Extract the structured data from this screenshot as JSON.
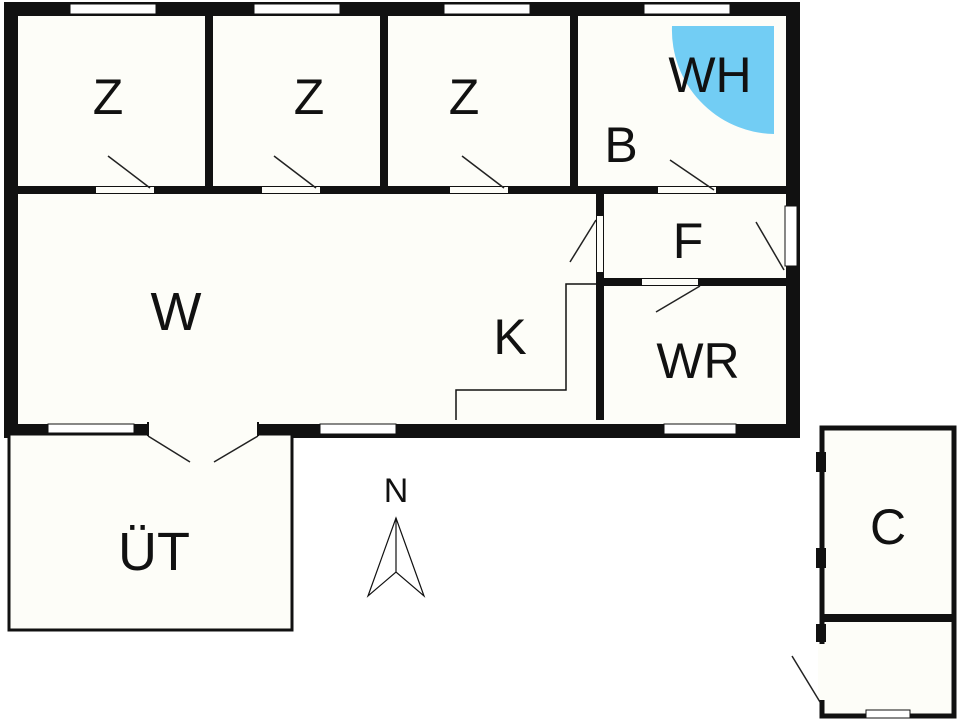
{
  "floorplan": {
    "colors": {
      "wall": "#111111",
      "floor": "#fdfdf8",
      "window": "#ffffff",
      "wh_accent": "#72cdf4",
      "door_line": "#222222"
    },
    "rooms": {
      "z1": "Z",
      "z2": "Z",
      "z3": "Z",
      "b": "B",
      "wh": "WH",
      "f": "F",
      "w": "W",
      "k": "K",
      "wr": "WR",
      "ut": "ÜT",
      "c": "C"
    },
    "compass": {
      "label": "N",
      "icon": "north-arrow-icon"
    }
  }
}
